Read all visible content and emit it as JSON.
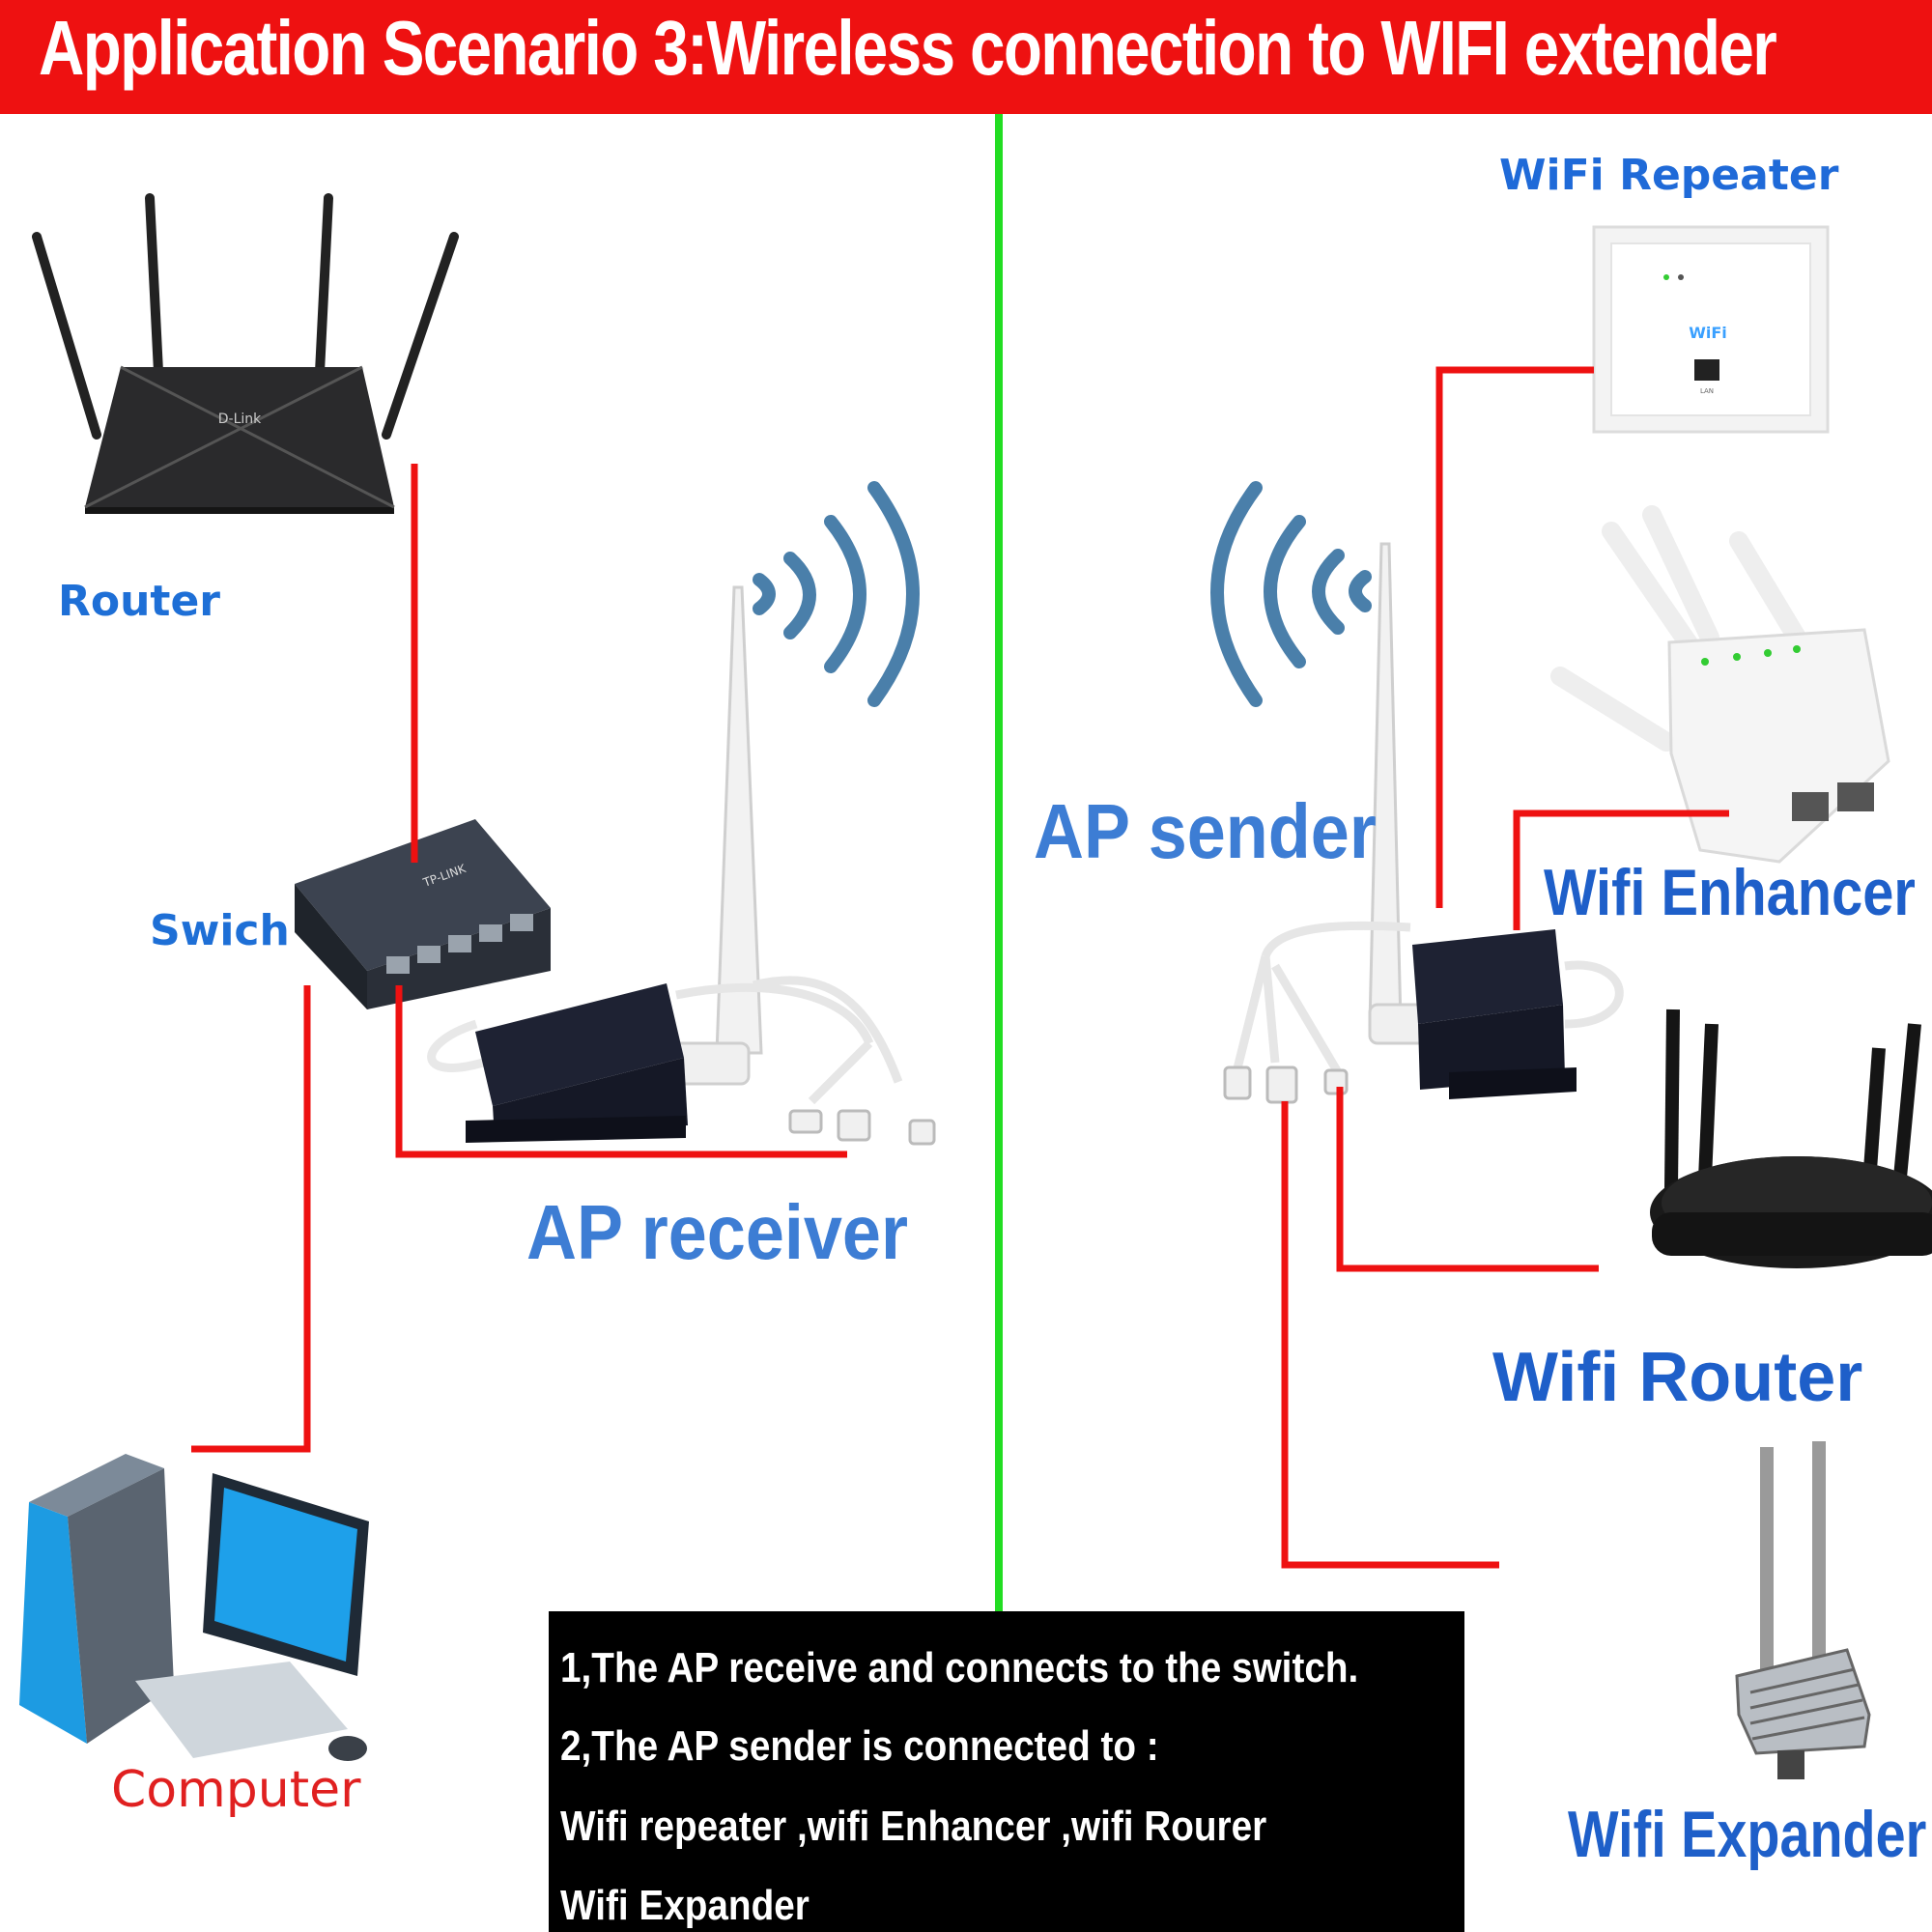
{
  "title": "Application Scenario 3:Wireless connection to WIFI extender",
  "left": {
    "router_label": "Router",
    "switch_label": "Swich",
    "switch_brand": "TP-LINK",
    "router_brand": "D-Link",
    "ap_receiver_label": "AP receiver",
    "computer_label": "Computer"
  },
  "right": {
    "ap_sender_label": "AP sender",
    "repeater_label": "WiFi Repeater",
    "repeater_screen": "WiFi",
    "repeater_port": "LAN",
    "enhancer_label": "Wifi Enhancer",
    "wifi_router_label": "Wifi Router",
    "expander_label": "Wifi Expander"
  },
  "notes": [
    "1,The AP receive and connects to the switch.",
    "2,The AP sender is connected to :",
    "Wifi repeater ,wifi Enhancer ,wifi Rourer",
    "Wifi  Expander"
  ],
  "colors": {
    "banner": "#ee1111",
    "label_blue": "#1e6fd6",
    "divider_green": "#22dd22",
    "connector_red": "#ee1111",
    "signal_blue": "#4a7faa"
  }
}
